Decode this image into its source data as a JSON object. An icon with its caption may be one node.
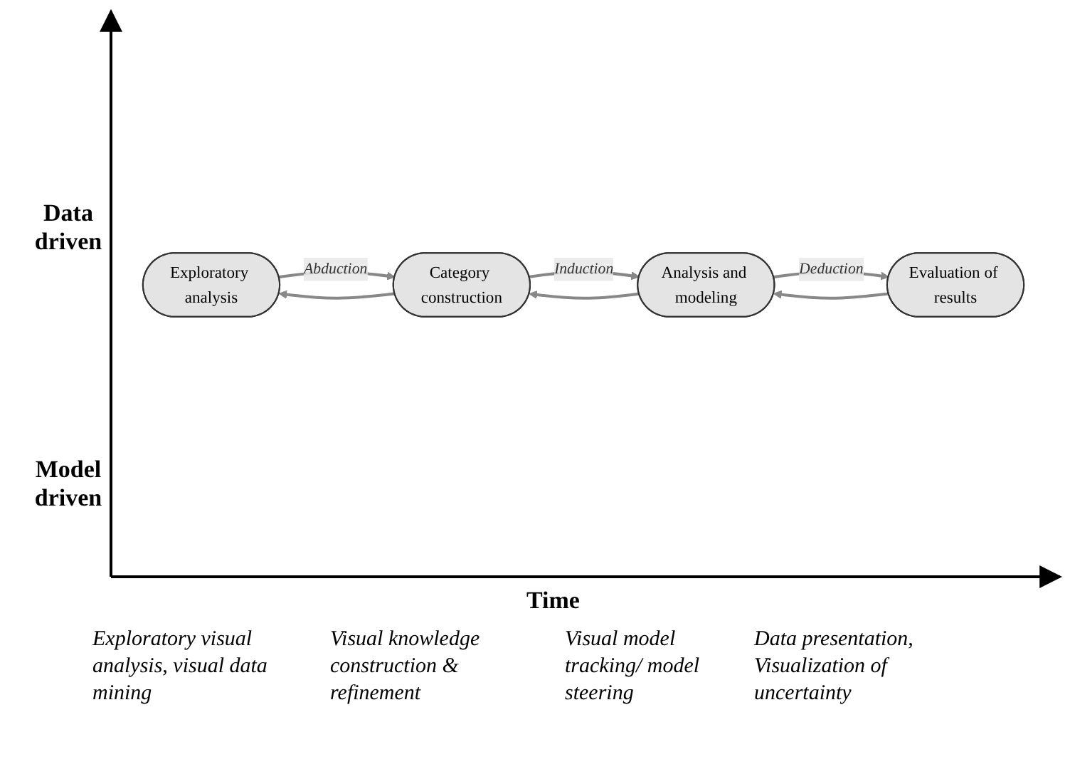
{
  "diagram": {
    "nodes": [
      {
        "text": [
          "Exploratory analysis"
        ]
      },
      {
        "text": [
          "Category construction"
        ]
      },
      {
        "text": [
          "Analysis and modeling"
        ]
      },
      {
        "text": [
          "Evaluation of results"
        ]
      }
    ],
    "edges": [
      {
        "from": 0,
        "to": 1,
        "arrow": "to",
        "label": "Abduction"
      },
      {
        "from": 1,
        "to": 0,
        "arrow": "to"
      },
      {
        "from": 1,
        "to": 2,
        "arrow": "to",
        "label": "Induction"
      },
      {
        "from": 2,
        "to": 1,
        "arrow": "to"
      },
      {
        "from": 2,
        "to": 3,
        "arrow": "to",
        "label": "Deduction"
      },
      {
        "from": 3,
        "to": 2,
        "arrow": "to"
      }
    ],
    "labels": [
      "Data driven",
      "Model driven",
      "Time",
      "Exploratory visual analysis, visual data mining",
      "Visual knowledge construction & refinement",
      "Visual model tracking/ model steering",
      "Data presentation, Visualization of uncertainty"
    ]
  }
}
